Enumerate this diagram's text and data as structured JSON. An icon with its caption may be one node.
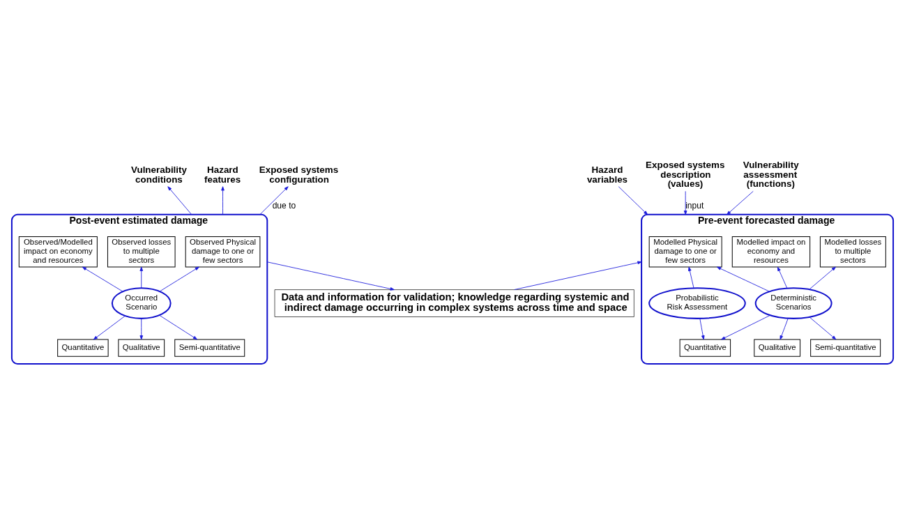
{
  "diagram": {
    "nodes": [
      {
        "text": [
          "Hazard variables"
        ]
      },
      {
        "text": [
          "Exposed systems description (values)"
        ]
      },
      {
        "text": [
          "Vulnerability assessment (functions)"
        ]
      },
      {
        "text": [
          "Hazard features"
        ]
      },
      {
        "text": [
          "Exposed systems configuration"
        ]
      },
      {
        "text": [
          "Vulnerability conditions"
        ]
      },
      {
        "text": [
          "Pre-event forecasted damage"
        ]
      },
      {
        "text": [
          "Modelled Physical damage to one or few sectors"
        ],
        "in": 6
      },
      {
        "text": [
          "Modelled losses to multiple sectors"
        ],
        "in": 6
      },
      {
        "text": [
          "Modelled impact on economy and resources"
        ],
        "in": 6
      },
      {
        "text": [
          "Probabilistic Risk Assessment"
        ],
        "in": 6
      },
      {
        "text": [
          "Deterministic Scenarios"
        ],
        "in": 6
      },
      {
        "text": [
          "Quantitative"
        ],
        "in": 6
      },
      {
        "text": [
          "Qualitative"
        ],
        "in": 6
      },
      {
        "text": [
          "Semi-quantitative"
        ],
        "in": 6
      },
      {
        "text": [
          "Post-event estimated damage"
        ]
      },
      {
        "text": [
          "Observed Physical damage to one or few sectors"
        ],
        "in": 15
      },
      {
        "text": [
          "Observed losses to multiple sectors"
        ],
        "in": 15
      },
      {
        "text": [
          "Observed/Modelled impact on economy and resources"
        ],
        "in": 15
      },
      {
        "text": [
          "Occurred Scenario"
        ],
        "in": 15
      },
      {
        "text": [
          "Quantitative"
        ],
        "in": 15
      },
      {
        "text": [
          "Qualitative"
        ],
        "in": 15
      },
      {
        "text": [
          "Semi-quantitative"
        ],
        "in": 15
      },
      {
        "text": [
          "Data and information for validation; knowledge regarding systemic and indirect damage occurring in complex systems across time and space"
        ]
      }
    ],
    "edges": [
      {
        "from": 0,
        "to": 6,
        "arrow": "to"
      },
      {
        "from": 1,
        "to": 6,
        "arrow": "to",
        "label": "input"
      },
      {
        "from": 2,
        "to": 6,
        "arrow": "to"
      },
      {
        "from": 15,
        "to": 3,
        "arrow": "to"
      },
      {
        "from": 15,
        "to": 4,
        "arrow": "to",
        "label": "due to"
      },
      {
        "from": 15,
        "to": 5,
        "arrow": "to"
      },
      {
        "from": 10,
        "to": 7,
        "arrow": "to"
      },
      {
        "from": 11,
        "to": 7,
        "arrow": "to"
      },
      {
        "from": 11,
        "to": 8,
        "arrow": "to"
      },
      {
        "from": 11,
        "to": 9,
        "arrow": "to"
      },
      {
        "from": 10,
        "to": 12,
        "arrow": "to"
      },
      {
        "from": 11,
        "to": 12,
        "arrow": "to"
      },
      {
        "from": 11,
        "to": 13,
        "arrow": "to"
      },
      {
        "from": 11,
        "to": 14,
        "arrow": "to"
      },
      {
        "from": 19,
        "to": 16,
        "arrow": "to"
      },
      {
        "from": 19,
        "to": 17,
        "arrow": "to"
      },
      {
        "from": 19,
        "to": 18,
        "arrow": "to"
      },
      {
        "from": 19,
        "to": 20,
        "arrow": "to"
      },
      {
        "from": 19,
        "to": 21,
        "arrow": "to"
      },
      {
        "from": 19,
        "to": 22,
        "arrow": "to"
      },
      {
        "from": 23,
        "to": 6,
        "arrow": "to"
      },
      {
        "from": 15,
        "to": 23,
        "arrow": "to"
      }
    ]
  }
}
